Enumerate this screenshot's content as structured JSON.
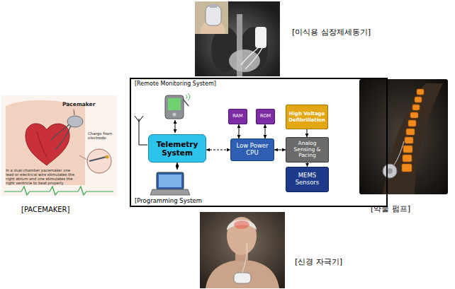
{
  "diagram": {
    "nodes": [
      {
        "text": [
          "[Remote Monitoring System]"
        ]
      },
      {
        "text": [
          "Telemetry System"
        ],
        "in": 0
      },
      {
        "text": [
          "RAM"
        ],
        "in": 0
      },
      {
        "text": [
          "ROM"
        ],
        "in": 0
      },
      {
        "text": [
          "High Voltage Defibrillation"
        ],
        "in": 0
      },
      {
        "text": [
          "Low Power CPU"
        ],
        "in": 0
      },
      {
        "text": [
          "Analog Sensing & Pacing"
        ],
        "in": 0
      },
      {
        "text": [
          "MEMS Sensors"
        ],
        "in": 0
      },
      {
        "text": [
          "[Programming System"
        ],
        "in": 0
      }
    ],
    "edges": [
      {
        "from": 1,
        "to": 5,
        "arrow": "both"
      },
      {
        "from": 2,
        "to": 5,
        "arrow": "both"
      },
      {
        "from": 3,
        "to": 5,
        "arrow": "both"
      },
      {
        "from": 5,
        "to": 6,
        "arrow": "both"
      },
      {
        "from": 4,
        "to": 6,
        "arrow": "to"
      },
      {
        "from": 6,
        "to": 7,
        "arrow": "to"
      },
      {
        "from": 1,
        "to": 8,
        "arrow": "both"
      }
    ],
    "labels": [
      "[이식용 심장제세동기]",
      "[PACEMAKER]",
      "[약물 펌프]",
      "[신경 자극기]",
      "Pacemaker",
      "Charge from electrode",
      "In a dual-chamber pacemaker one lead or electrical wire stimulates the right atrium and one stimulates the right ventricle to beat properly"
    ]
  }
}
